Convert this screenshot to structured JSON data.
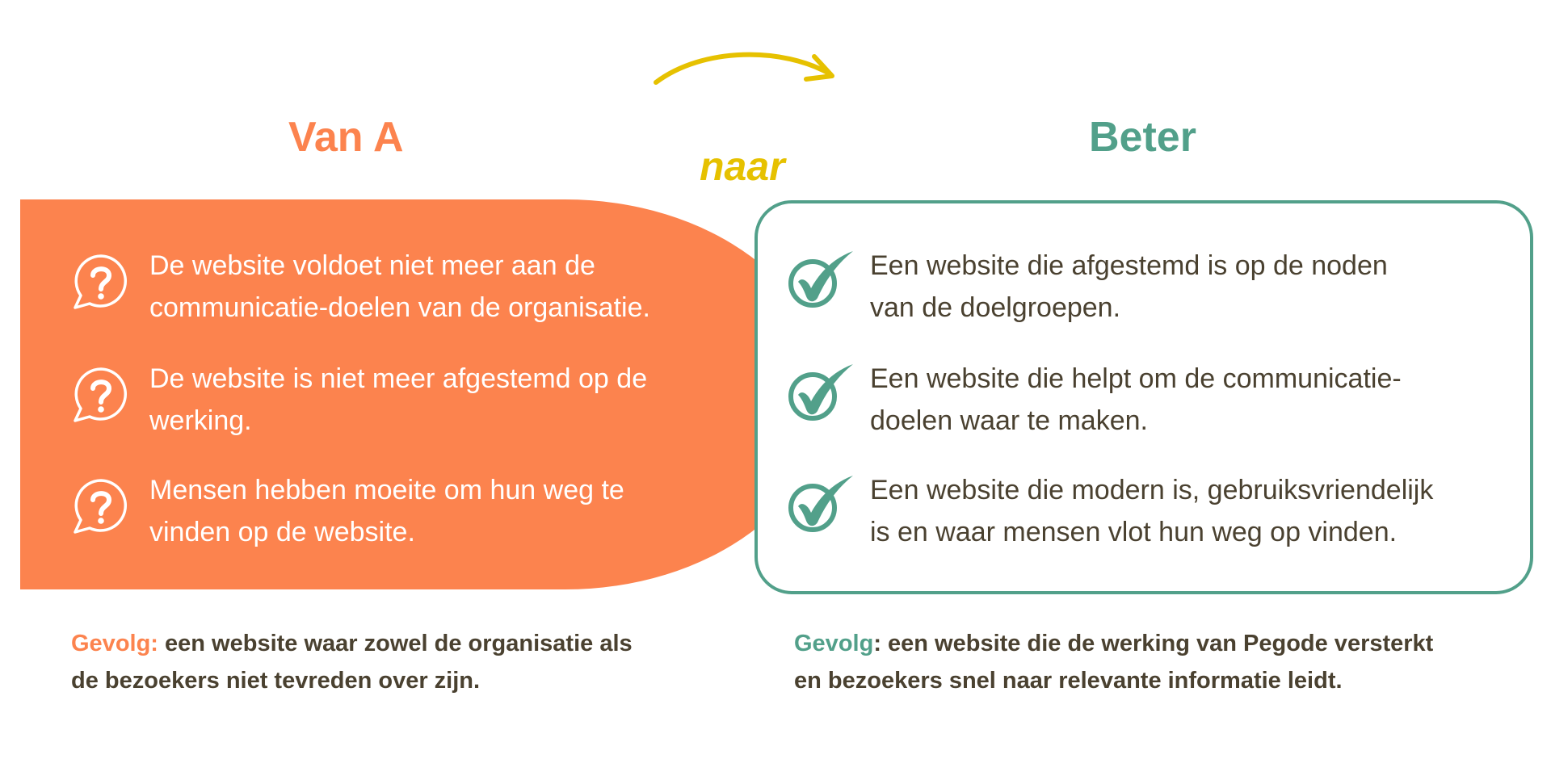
{
  "header": {
    "left_title": "Van A",
    "connector": "naar",
    "right_title": "Beter"
  },
  "colors": {
    "orange": "#FC834E",
    "green": "#52A08A",
    "yellow": "#E6C100",
    "text_dark": "#4A4130",
    "white": "#FFFFFF"
  },
  "left_panel": {
    "icon": "question-bubble-icon",
    "items": [
      {
        "lines": [
          "De website voldoet niet meer aan de",
          "communicatie-doelen van de organisatie."
        ]
      },
      {
        "lines": [
          "De website is niet meer afgestemd op de",
          "werking."
        ]
      },
      {
        "lines": [
          "Mensen hebben moeite om hun weg te",
          "vinden op de website."
        ]
      }
    ]
  },
  "right_panel": {
    "icon": "check-circle-icon",
    "items": [
      {
        "lines": [
          "Een website die afgestemd is op de noden",
          "van de doelgroepen."
        ]
      },
      {
        "lines": [
          "Een website die helpt om de communicatie-",
          "doelen waar te maken."
        ]
      },
      {
        "lines": [
          "Een website die modern is, gebruiksvriendelijk",
          "is en waar mensen vlot hun weg op vinden."
        ]
      }
    ]
  },
  "consequences": {
    "left": {
      "label": "Gevolg:",
      "line1": " een website waar zowel de organisatie als",
      "line2": "de bezoekers niet tevreden over zijn."
    },
    "right": {
      "label": "Gevolg",
      "line1": ": een website die de werking van Pegode versterkt",
      "line2": "en bezoekers snel naar relevante informatie leidt."
    }
  }
}
